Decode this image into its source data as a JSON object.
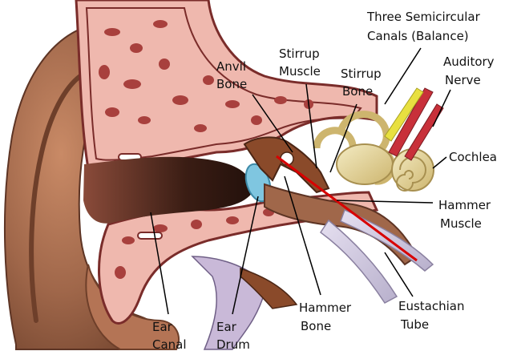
{
  "labels": {
    "semicircular_1": "Three Semicircular",
    "semicircular_2": "Canals (Balance)",
    "auditory_1": "Auditory",
    "auditory_2": "Nerve",
    "anvil_1": "Anvil",
    "anvil_2": "Bone",
    "stirrup_muscle_1": "Stirrup",
    "stirrup_muscle_2": "Muscle",
    "stirrup_bone_1": "Stirrup",
    "stirrup_bone_2": "Bone",
    "cochlea": "Cochlea",
    "hammer_muscle_1": "Hammer",
    "hammer_muscle_2": "Muscle",
    "eustachian_1": "Eustachian",
    "eustachian_2": "Tube",
    "hammer_bone_1": "Hammer",
    "hammer_bone_2": "Bone",
    "ear_drum_1": "Ear",
    "ear_drum_2": "Drum",
    "ear_canal_1": "Ear",
    "ear_canal_2": "Canal"
  },
  "colors": {
    "skin": "#a0674a",
    "skin_dark": "#6e3f2a",
    "bone_tissue": "#efb8ae",
    "bone_spots": "#a8403d",
    "canal_dark": "#3a1d14",
    "cochlea": "#e6d9a0",
    "eardrum": "#7fc6e0",
    "muscle_line": "#d80000",
    "nerve": "#c8303a",
    "leader": "#000000"
  }
}
